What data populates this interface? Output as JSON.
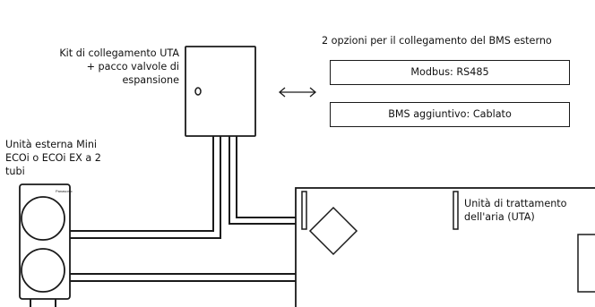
{
  "kit": {
    "label": "Kit di collegamento UTA\n+ pacco valvole di\nespansione"
  },
  "bms": {
    "title": "2 opzioni per il collegamento del BMS esterno",
    "options": [
      {
        "label": "Modbus: RS485"
      },
      {
        "label": "BMS aggiuntivo: Cablato"
      }
    ]
  },
  "outdoor_unit": {
    "label": "Unità esterna Mini\nECOi o ECOi EX a 2\ntubi",
    "brand": "Panasonic"
  },
  "ahu": {
    "label": "Unità di trattamento\ndell'aria (UTA)"
  },
  "colors": {
    "line": "#1a1a1a",
    "text": "#111111",
    "background": "#ffffff"
  }
}
